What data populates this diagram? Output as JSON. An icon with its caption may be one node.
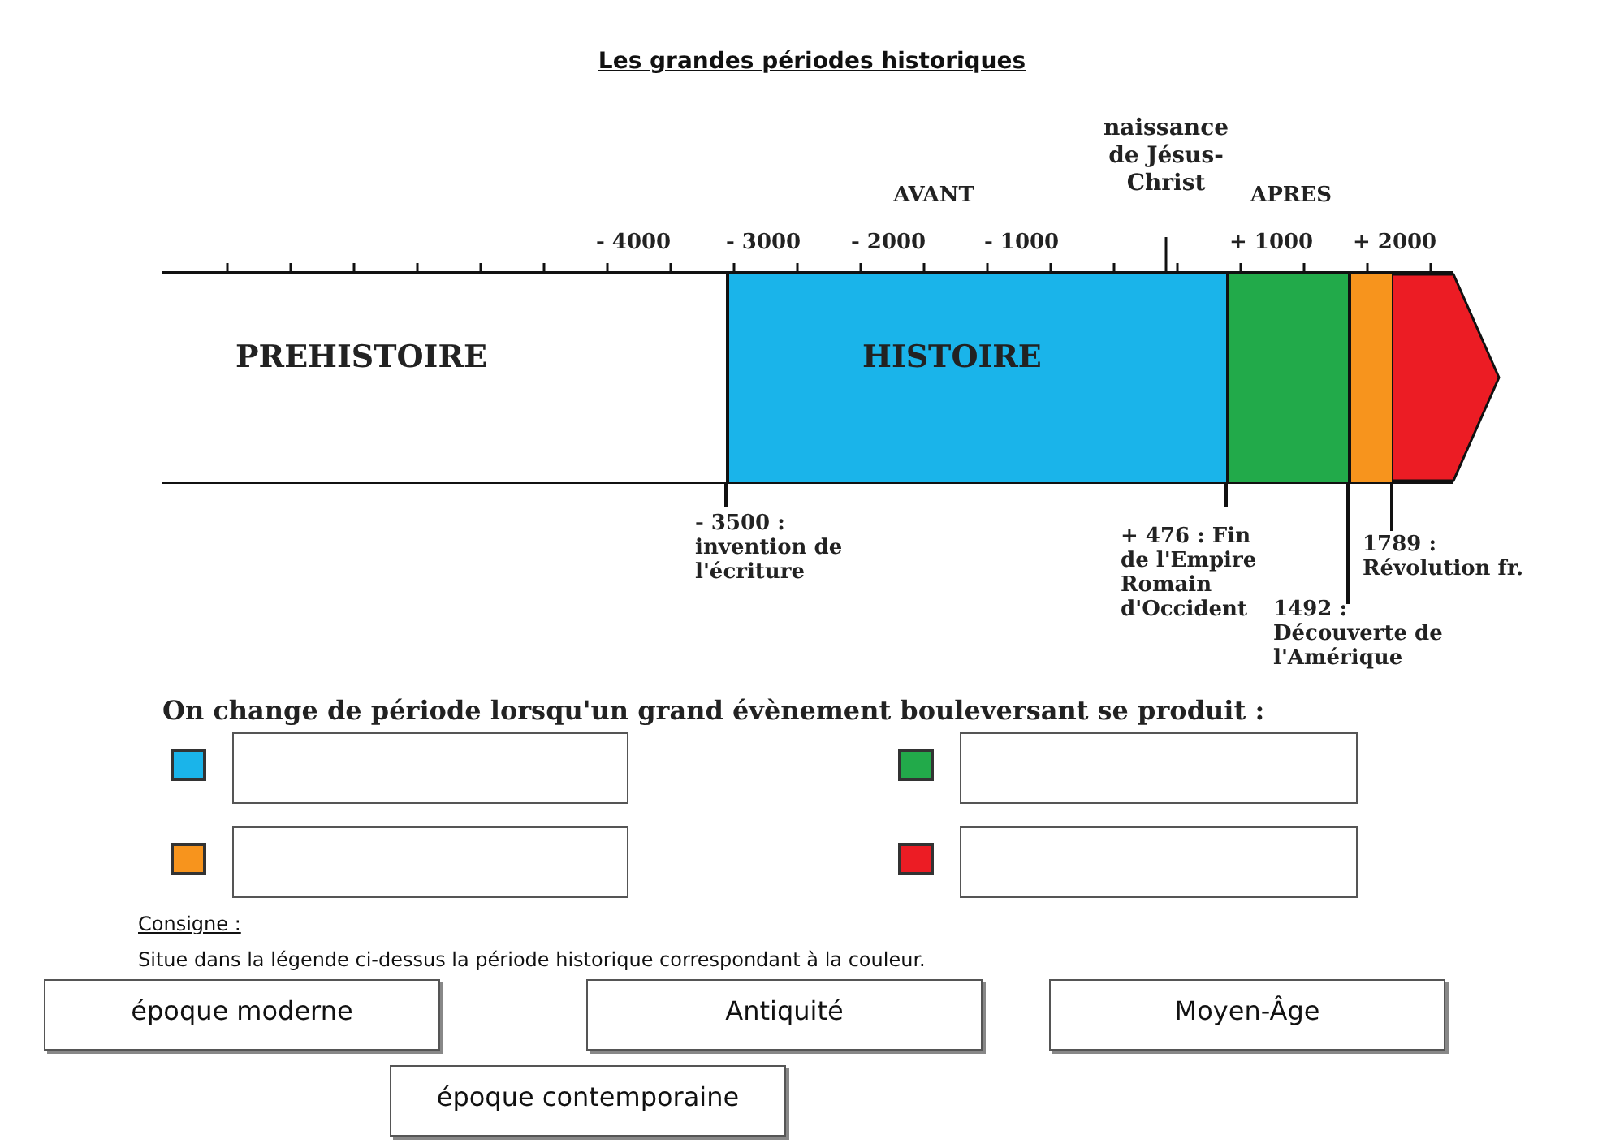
{
  "diagram": {
    "title": "Les grandes périodes historiques",
    "nodes": [
      {
        "text": [
          "PREHISTOIRE"
        ]
      },
      {
        "text": [
          "HISTOIRE"
        ]
      },
      {
        "text": [],
        "shape": "bar"
      },
      {
        "text": [],
        "shape": "bar"
      },
      {
        "text": [],
        "shape": "bar"
      },
      {
        "text": [],
        "shape": "box"
      },
      {
        "text": [],
        "shape": "box"
      },
      {
        "text": [],
        "shape": "box"
      },
      {
        "text": [],
        "shape": "box"
      },
      {
        "text": [
          "époque moderne"
        ]
      },
      {
        "text": [
          "Antiquité"
        ]
      },
      {
        "text": [
          "Moyen-Âge"
        ]
      },
      {
        "text": [
          "époque contemporaine"
        ]
      }
    ],
    "edges": [],
    "labels": [
      "naissance de Jésus-Christ",
      "AVANT",
      "APRES",
      "- 4000",
      "- 3000",
      "- 2000",
      "- 1000",
      "+ 1000",
      "+ 2000",
      "- 3500 : invention de l'écriture",
      "+ 476 : Fin de l'Empire Romain d'Occident",
      "1789 : Révolution fr.",
      "1492 : Découverte de l'Amérique",
      "On change de période lorsqu'un grand évènement bouleversant se produit :",
      "Consigne :",
      "Situe dans la légende ci-dessus la période historique correspondant à la couleur."
    ]
  }
}
